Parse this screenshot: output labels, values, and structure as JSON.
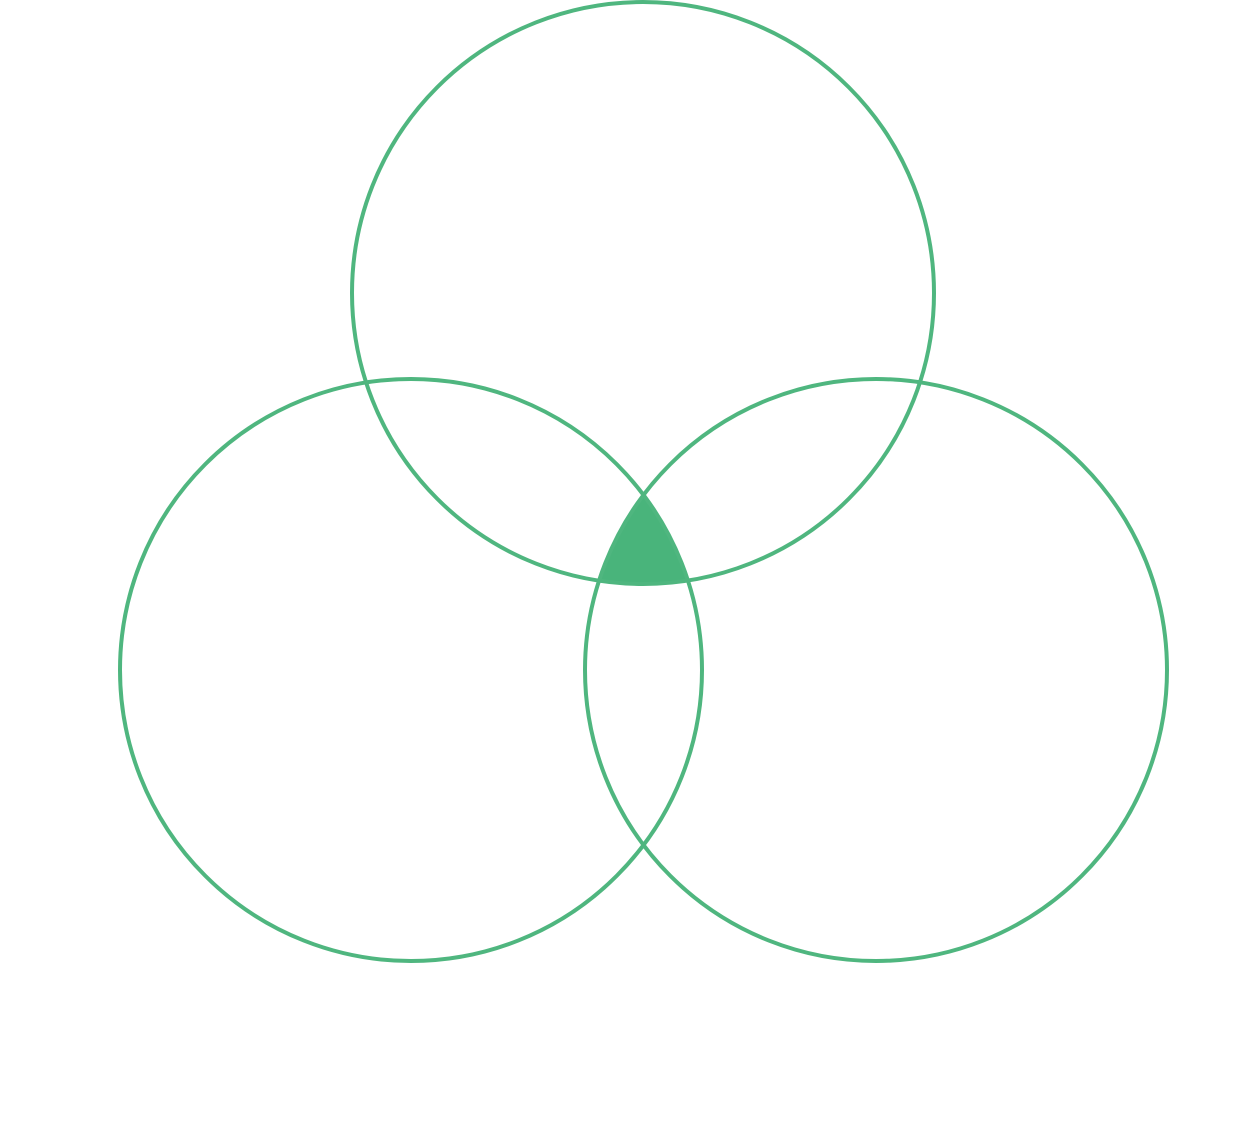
{
  "diagram": {
    "type": "venn",
    "sets": 3,
    "colors": {
      "outline": "#4fb67f",
      "highlight": "#49b47b",
      "background": "#ffffff"
    },
    "highlighted_region": "intersection-of-all-three"
  }
}
